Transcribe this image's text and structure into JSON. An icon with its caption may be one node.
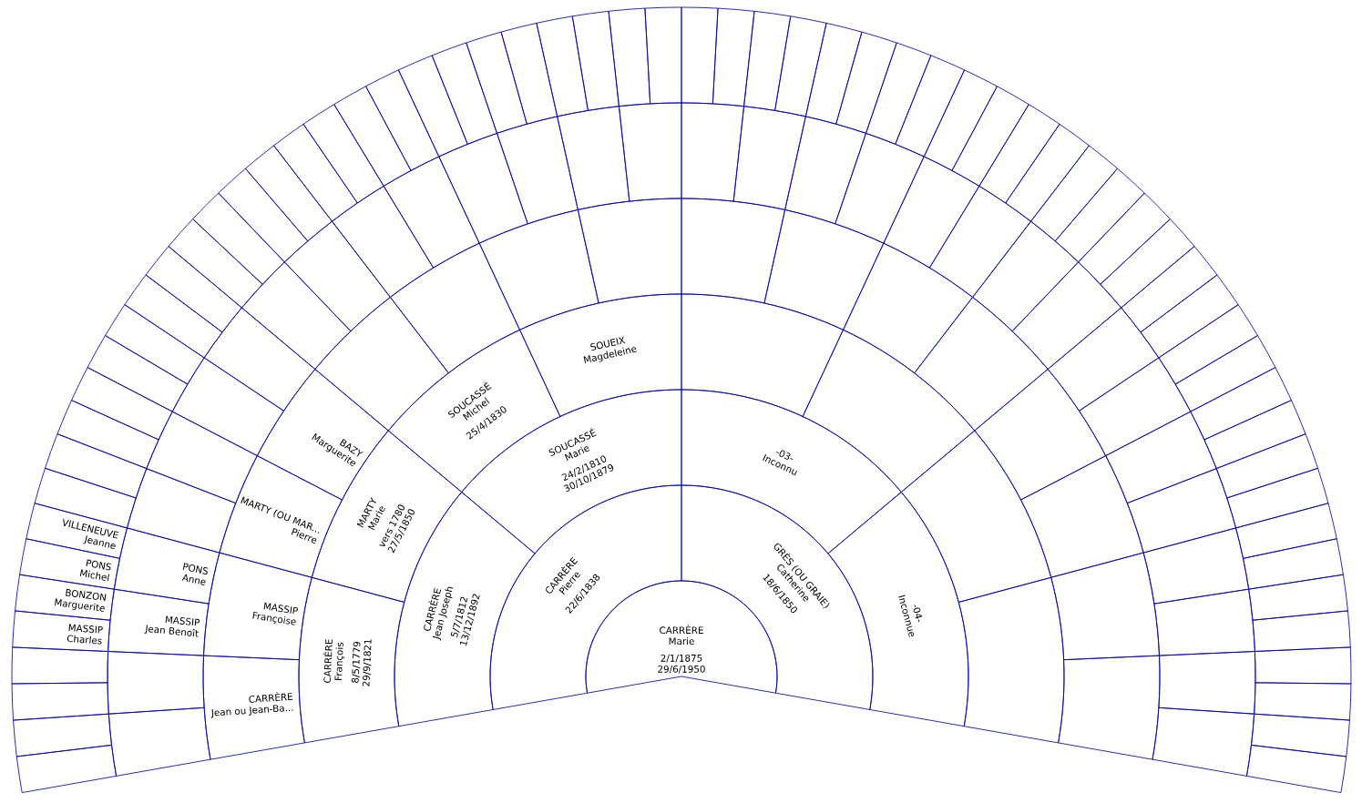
{
  "diagram": {
    "nodes": [
      {
        "text": [
          "CARRÈRE",
          "Marie",
          "2/1/1875",
          "29/6/1950"
        ]
      },
      {
        "text": [
          "CARRÈRE",
          "Pierre",
          "22/6/1838"
        ]
      },
      {
        "text": [
          "GRÈS (OU GRAIE)",
          "Catherine",
          "18/6/1850"
        ]
      },
      {
        "text": [
          "CARRÈRE",
          "Jean Joseph",
          "5/7/1812",
          "13/12/1892"
        ]
      },
      {
        "text": [
          "SOUCASSÉ",
          "Marie",
          "24/2/1810",
          "30/10/1879"
        ]
      },
      {
        "text": [
          "-03-",
          "Inconnu"
        ]
      },
      {
        "text": [
          "-04-",
          "Inconnue"
        ]
      },
      {
        "text": [
          "CARRÈRE",
          "François",
          "8/5/1779",
          "29/9/1821"
        ]
      },
      {
        "text": [
          "MARTY",
          "Marie",
          "vers 1780",
          "27/5/1850"
        ]
      },
      {
        "text": [
          "SOUCASSÉ",
          "Michel",
          "25/4/1830"
        ]
      },
      {
        "text": [
          "SOUEIX",
          "Magdeleine"
        ]
      },
      {
        "text": [],
        "shape": "sector"
      },
      {
        "text": [],
        "shape": "sector"
      },
      {
        "text": [],
        "shape": "sector"
      },
      {
        "text": [],
        "shape": "sector"
      },
      {
        "text": [
          "CARRÈRE",
          "Jean ou Jean-Ba..."
        ]
      },
      {
        "text": [
          "MASSIP",
          "Françoise"
        ]
      },
      {
        "text": [
          "MARTY (OU MAR...",
          "Pierre"
        ]
      },
      {
        "text": [
          "BAZY",
          "Marguerite"
        ]
      },
      {
        "text": [],
        "shape": "sector"
      },
      {
        "text": [],
        "shape": "sector"
      },
      {
        "text": [],
        "shape": "sector"
      },
      {
        "text": [],
        "shape": "sector"
      },
      {
        "text": [],
        "shape": "sector"
      },
      {
        "text": [],
        "shape": "sector"
      },
      {
        "text": [],
        "shape": "sector"
      },
      {
        "text": [],
        "shape": "sector"
      },
      {
        "text": [],
        "shape": "sector"
      },
      {
        "text": [],
        "shape": "sector"
      },
      {
        "text": [],
        "shape": "sector"
      },
      {
        "text": [],
        "shape": "sector"
      },
      {
        "text": [],
        "shape": "sector"
      },
      {
        "text": [],
        "shape": "sector"
      },
      {
        "text": [
          "MASSIP",
          "Jean Benoît"
        ]
      },
      {
        "text": [
          "PONS",
          "Anne"
        ]
      },
      {
        "text": [],
        "shape": "sector"
      },
      {
        "text": [],
        "shape": "sector"
      },
      {
        "text": [],
        "shape": "sector"
      },
      {
        "text": [],
        "shape": "sector"
      },
      {
        "text": [],
        "shape": "sector"
      },
      {
        "text": [],
        "shape": "sector"
      },
      {
        "text": [],
        "shape": "sector"
      },
      {
        "text": [],
        "shape": "sector"
      },
      {
        "text": [],
        "shape": "sector"
      },
      {
        "text": [],
        "shape": "sector"
      },
      {
        "text": [],
        "shape": "sector"
      },
      {
        "text": [],
        "shape": "sector"
      },
      {
        "text": [],
        "shape": "sector"
      },
      {
        "text": [],
        "shape": "sector"
      },
      {
        "text": [],
        "shape": "sector"
      },
      {
        "text": [],
        "shape": "sector"
      },
      {
        "text": [],
        "shape": "sector"
      },
      {
        "text": [],
        "shape": "sector"
      },
      {
        "text": [],
        "shape": "sector"
      },
      {
        "text": [],
        "shape": "sector"
      },
      {
        "text": [],
        "shape": "sector"
      },
      {
        "text": [],
        "shape": "sector"
      },
      {
        "text": [],
        "shape": "sector"
      },
      {
        "text": [],
        "shape": "sector"
      },
      {
        "text": [],
        "shape": "sector"
      },
      {
        "text": [],
        "shape": "sector"
      },
      {
        "text": [],
        "shape": "sector"
      },
      {
        "text": [],
        "shape": "sector"
      },
      {
        "text": [],
        "shape": "sector"
      },
      {
        "text": [],
        "shape": "sector"
      },
      {
        "text": [],
        "shape": "sector"
      },
      {
        "text": [],
        "shape": "sector"
      },
      {
        "text": [
          "MASSIP",
          "Charles"
        ]
      },
      {
        "text": [
          "BONZON",
          "Marguerite"
        ]
      },
      {
        "text": [
          "PONS",
          "Michel"
        ]
      },
      {
        "text": [
          "VILLENEUVE",
          "Jeanne"
        ]
      },
      {
        "text": [],
        "shape": "sector"
      },
      {
        "text": [],
        "shape": "sector"
      },
      {
        "text": [],
        "shape": "sector"
      },
      {
        "text": [],
        "shape": "sector"
      },
      {
        "text": [],
        "shape": "sector"
      },
      {
        "text": [],
        "shape": "sector"
      },
      {
        "text": [],
        "shape": "sector"
      },
      {
        "text": [],
        "shape": "sector"
      },
      {
        "text": [],
        "shape": "sector"
      },
      {
        "text": [],
        "shape": "sector"
      },
      {
        "text": [],
        "shape": "sector"
      },
      {
        "text": [],
        "shape": "sector"
      },
      {
        "text": [],
        "shape": "sector"
      },
      {
        "text": [],
        "shape": "sector"
      },
      {
        "text": [],
        "shape": "sector"
      },
      {
        "text": [],
        "shape": "sector"
      },
      {
        "text": [],
        "shape": "sector"
      },
      {
        "text": [],
        "shape": "sector"
      },
      {
        "text": [],
        "shape": "sector"
      },
      {
        "text": [],
        "shape": "sector"
      },
      {
        "text": [],
        "shape": "sector"
      },
      {
        "text": [],
        "shape": "sector"
      },
      {
        "text": [],
        "shape": "sector"
      },
      {
        "text": [],
        "shape": "sector"
      },
      {
        "text": [],
        "shape": "sector"
      },
      {
        "text": [],
        "shape": "sector"
      },
      {
        "text": [],
        "shape": "sector"
      },
      {
        "text": [],
        "shape": "sector"
      },
      {
        "text": [],
        "shape": "sector"
      },
      {
        "text": [],
        "shape": "sector"
      },
      {
        "text": [],
        "shape": "sector"
      },
      {
        "text": [],
        "shape": "sector"
      },
      {
        "text": [],
        "shape": "sector"
      },
      {
        "text": [],
        "shape": "sector"
      },
      {
        "text": [],
        "shape": "sector"
      },
      {
        "text": [],
        "shape": "sector"
      },
      {
        "text": [],
        "shape": "sector"
      },
      {
        "text": [],
        "shape": "sector"
      },
      {
        "text": [],
        "shape": "sector"
      },
      {
        "text": [],
        "shape": "sector"
      },
      {
        "text": [],
        "shape": "sector"
      },
      {
        "text": [],
        "shape": "sector"
      },
      {
        "text": [],
        "shape": "sector"
      },
      {
        "text": [],
        "shape": "sector"
      },
      {
        "text": [],
        "shape": "sector"
      },
      {
        "text": [],
        "shape": "sector"
      },
      {
        "text": [],
        "shape": "sector"
      },
      {
        "text": [],
        "shape": "sector"
      },
      {
        "text": [],
        "shape": "sector"
      },
      {
        "text": [],
        "shape": "sector"
      },
      {
        "text": [],
        "shape": "sector"
      },
      {
        "text": [],
        "shape": "sector"
      },
      {
        "text": [],
        "shape": "sector"
      },
      {
        "text": [],
        "shape": "sector"
      },
      {
        "text": [],
        "shape": "sector"
      },
      {
        "text": [],
        "shape": "sector"
      }
    ]
  }
}
